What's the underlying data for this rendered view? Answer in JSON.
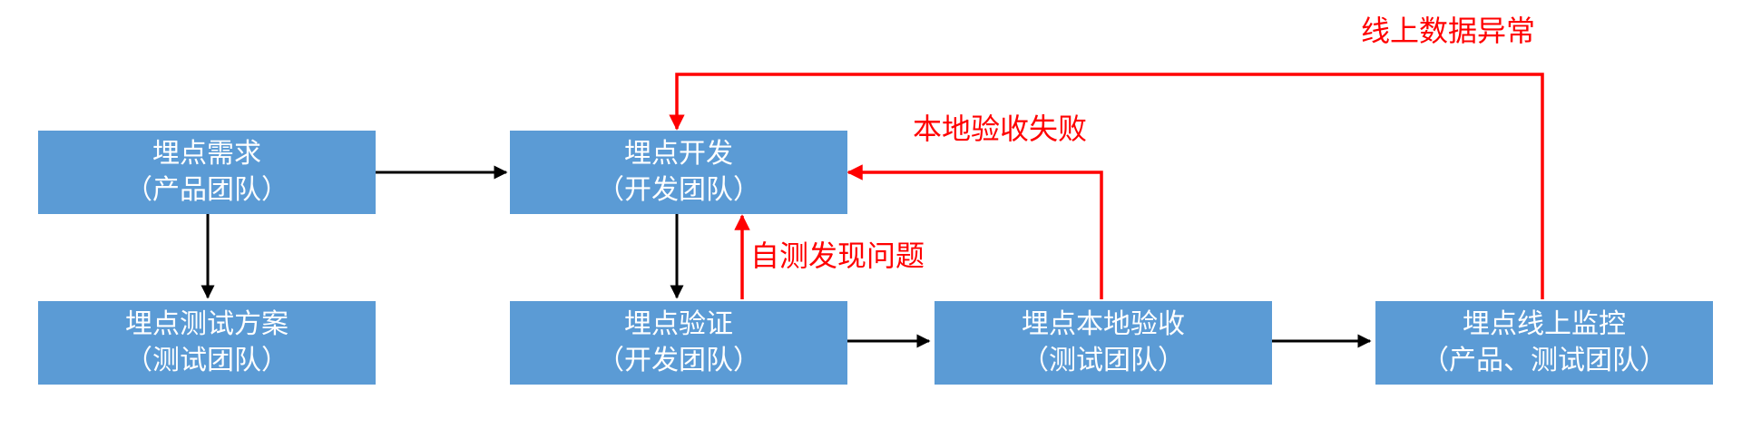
{
  "colors": {
    "box_fill": "#5b9bd5",
    "box_text": "#ffffff",
    "feedback": "#ff0000",
    "flow_arrow": "#000000"
  },
  "nodes": {
    "requirement": {
      "title": "埋点需求",
      "team": "（产品团队）"
    },
    "develop": {
      "title": "埋点开发",
      "team": "（开发团队）"
    },
    "test_plan": {
      "title": "埋点测试方案",
      "team": "（测试团队）"
    },
    "verify": {
      "title": "埋点验证",
      "team": "（开发团队）"
    },
    "local_accept": {
      "title": "埋点本地验收",
      "team": "（测试团队）"
    },
    "online_monitor": {
      "title": "埋点线上监控",
      "team": "（产品、测试团队）"
    }
  },
  "feedback_labels": {
    "self_test": "自测发现问题",
    "local_fail": "本地验收失败",
    "online_anomaly": "线上数据异常"
  }
}
